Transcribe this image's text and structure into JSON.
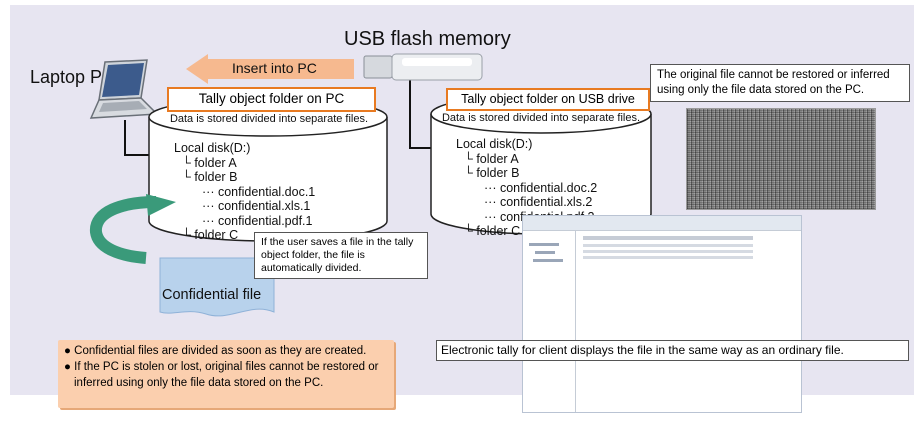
{
  "labels": {
    "usb_flash_memory": "USB flash memory",
    "laptop_pc": "Laptop PC",
    "insert_into_pc": "Insert into PC",
    "confidential_file": "Confidential file"
  },
  "pc_folder": {
    "title": "Tally object folder on PC",
    "subtitle": "Data is stored divided into separate files.",
    "tree": [
      "Local disk(D:)",
      "└ folder A",
      "└ folder B",
      "··· confidential.doc.1",
      "··· confidential.xls.1",
      "··· confidential.pdf.1",
      "└ folder C"
    ]
  },
  "usb_folder": {
    "title": "Tally object folder on USB drive",
    "subtitle": "Data is stored divided into separate files.",
    "tree": [
      "Local disk(D:)",
      "└ folder A",
      "└ folder B",
      "··· confidential.doc.2",
      "··· confidential.xls.2",
      "··· confidential.pdf.2",
      "└ folder C"
    ]
  },
  "notes": {
    "save_divide": "If the user saves a file in the tally object folder, the file is automatically divided.",
    "original_file": "The original file cannot be restored or inferred using only the file data stored on the PC.",
    "electronic_tally": "Electronic tally for client displays the file in the same way as an ordinary file."
  },
  "bullets": [
    "Confidential files are divided as soon as they are created.",
    "If the PC is stolen or lost, original files cannot be restored or",
    "inferred using only the file data stored on the PC."
  ],
  "colors": {
    "background": "#e7e5f1",
    "accent_orange": "#e87a21",
    "arrow_teal": "#3a9a7a",
    "bullet_box": "#fbcfae"
  }
}
